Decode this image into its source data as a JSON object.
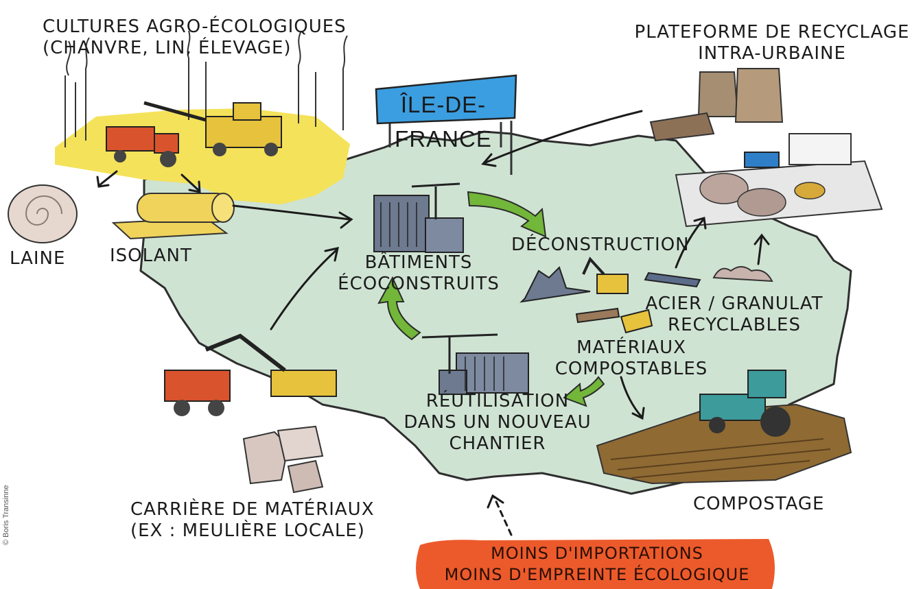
{
  "sign": "ÎLE-DE-FRANCE",
  "labels": {
    "crops": [
      "CULTURES AGRO-ÉCOLOGIQUES",
      "(CHANVRE, LIN, ÉLEVAGE)"
    ],
    "recycling": [
      "PLATEFORME DE RECYCLAGE",
      "INTRA-URBAINE"
    ],
    "wool": "LAINE",
    "insulation": "ISOLANT",
    "buildings": [
      "BÂTIMENTS",
      "ÉCOCONSTRUITS"
    ],
    "deconstruction": "DÉCONSTRUCTION",
    "steel": [
      "ACIER / GRANULAT",
      "RECYCLABLES"
    ],
    "compostable": [
      "MATÉRIAUX",
      "COMPOSTABLES"
    ],
    "reuse": [
      "RÉUTILISATION",
      "DANS UN NOUVEAU",
      "CHANTIER"
    ],
    "quarry": [
      "CARRIÈRE DE MATÉRIAUX",
      "(EX : MEULIÈRE LOCALE)"
    ],
    "composting": "COMPOSTAGE"
  },
  "footer": [
    "MOINS D'IMPORTATIONS",
    "MOINS D'EMPREINTE ÉCOLOGIQUE"
  ],
  "credit": "© Boris Transinne",
  "colors": {
    "region": "#cfe3d3",
    "field": "#f4e25a",
    "sign": "#3b9ee0",
    "flow_arrow": "#72b63a",
    "footer": "#ec5a2b",
    "soil": "#8f6a33"
  }
}
